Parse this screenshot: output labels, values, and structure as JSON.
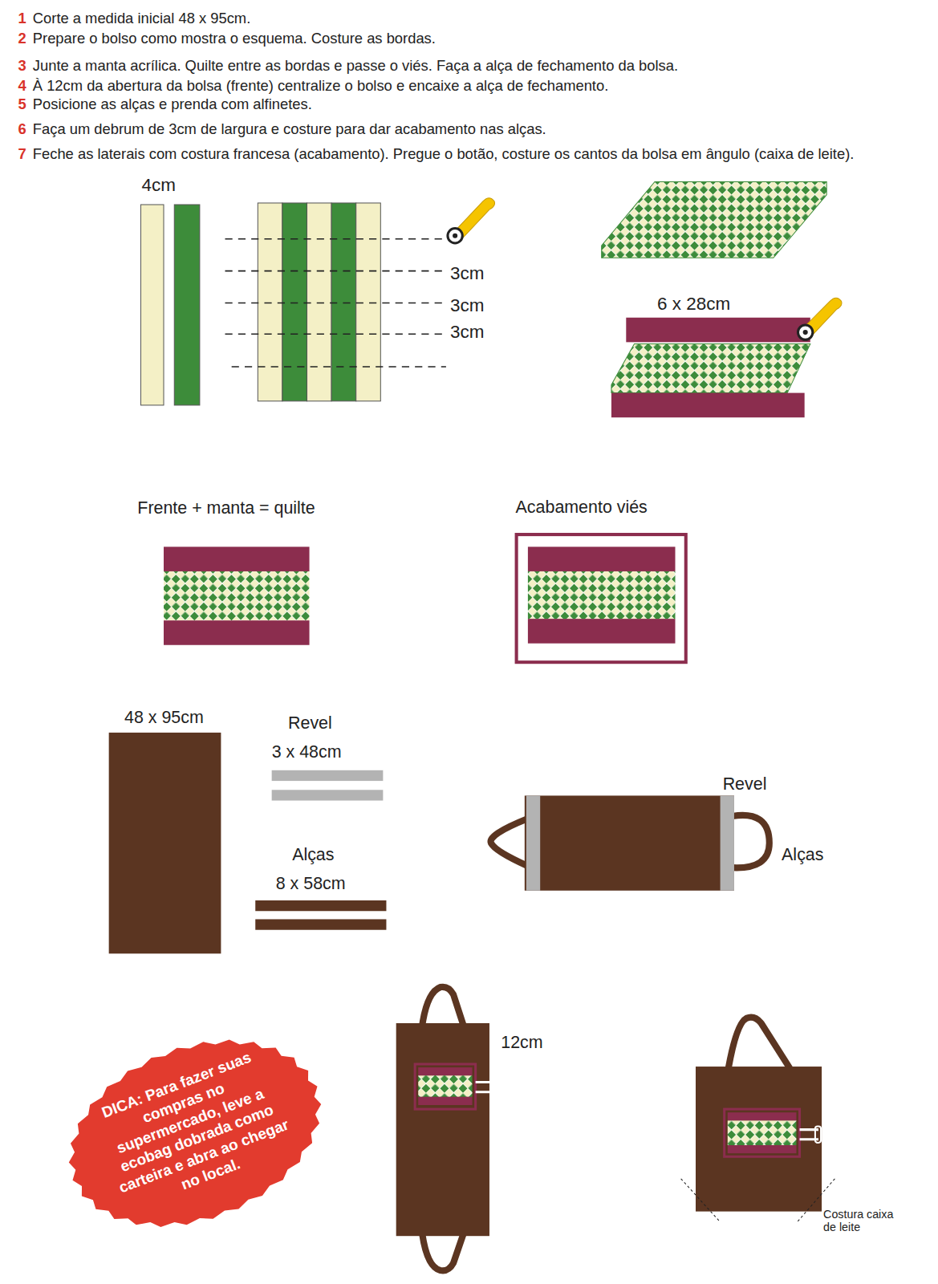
{
  "diagram": {
    "nodes": [
      {
        "text": [
          "DICA: Para fazer suas compras no supermercado, leve a ecobag dobrada como carteira e abra ao chegar no local."
        ]
      }
    ],
    "labels": [
      "1",
      "Corte a medida inicial 48 x 95cm.",
      "2",
      "Prepare o bolso como mostra o esquema. Costure as bordas.",
      "3",
      "Junte a manta acrílica. Quilte entre as bordas e passe o viés. Faça a alça de fechamento da bolsa.",
      "4",
      "À 12cm da abertura da bolsa (frente) centralize o bolso e encaixe a alça de fechamento.",
      "5",
      "Posicione as alças e prenda com alfinetes.",
      "6",
      "Faça um debrum de 3cm de largura e costure para dar acabamento nas alças.",
      "7",
      "Feche as laterais com costura francesa (acabamento). Pregue o botão, costure os cantos da bolsa em ângulo (caixa de leite).",
      "4cm",
      "3cm",
      "3cm",
      "3cm",
      "6 x 28cm",
      "Frente + manta = quilte",
      "Acabamento viés",
      "48 x 95cm",
      "Revel",
      "3 x 48cm",
      "Alças",
      "8 x 58cm",
      "Revel",
      "Alças",
      "12cm",
      "Costura caixa de leite"
    ]
  }
}
